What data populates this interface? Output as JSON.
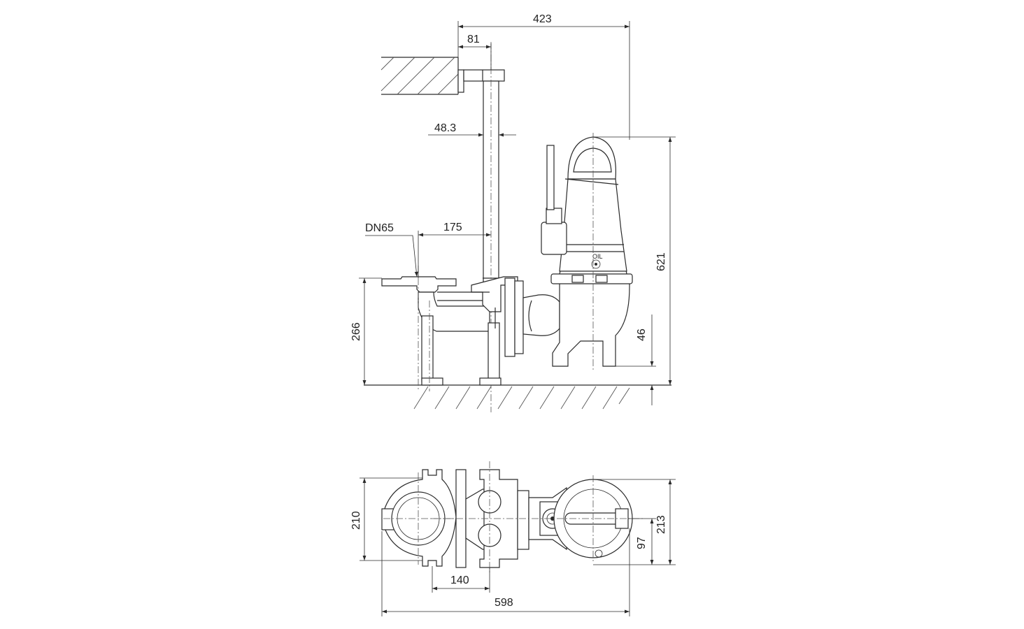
{
  "drawing": {
    "side_view": {
      "dimensions": {
        "overall_width": "423",
        "rail_offset": "81",
        "pipe_diameter": "48.3",
        "outlet_to_rail": "175",
        "outlet_size": "DN65",
        "outlet_height": "266",
        "total_height": "621",
        "foot_clearance": "46"
      },
      "oil_label": "OIL"
    },
    "top_view": {
      "dimensions": {
        "base_width": "210",
        "pump_width": "213",
        "pump_center_offset": "97",
        "foot_spacing": "140",
        "overall_length": "598"
      }
    }
  }
}
